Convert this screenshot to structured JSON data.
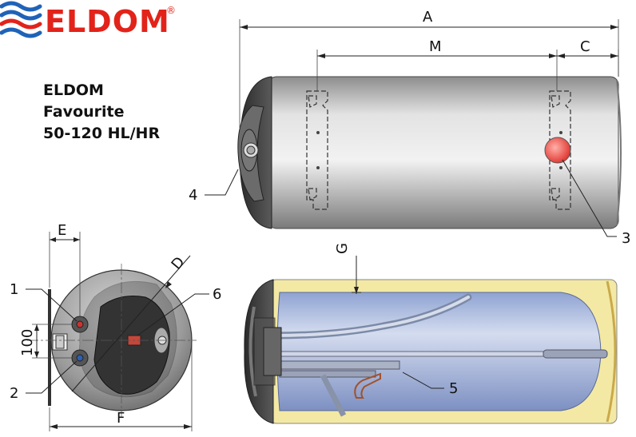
{
  "brand": {
    "name": "ELDOM",
    "registered": "®",
    "color": "#e2231a",
    "wave_color": "#1f63b8"
  },
  "model": {
    "line1": "ELDOM",
    "line2": "Favourite",
    "line3": "50-120 HL/HR"
  },
  "dimensions": {
    "A": "A",
    "M": "M",
    "C": "C",
    "E": "E",
    "D": "D",
    "F": "F",
    "G": "G",
    "height100": "100"
  },
  "callouts": {
    "c1": "1",
    "c2": "2",
    "c3": "3",
    "c4": "4",
    "c5": "5",
    "c6": "6"
  },
  "colors": {
    "insulation": "#f3e9a4",
    "tank": "#b9c6e2",
    "body": "#c9c9c9",
    "cap": "#3b3b3b",
    "indicator": "#e94a4a"
  }
}
